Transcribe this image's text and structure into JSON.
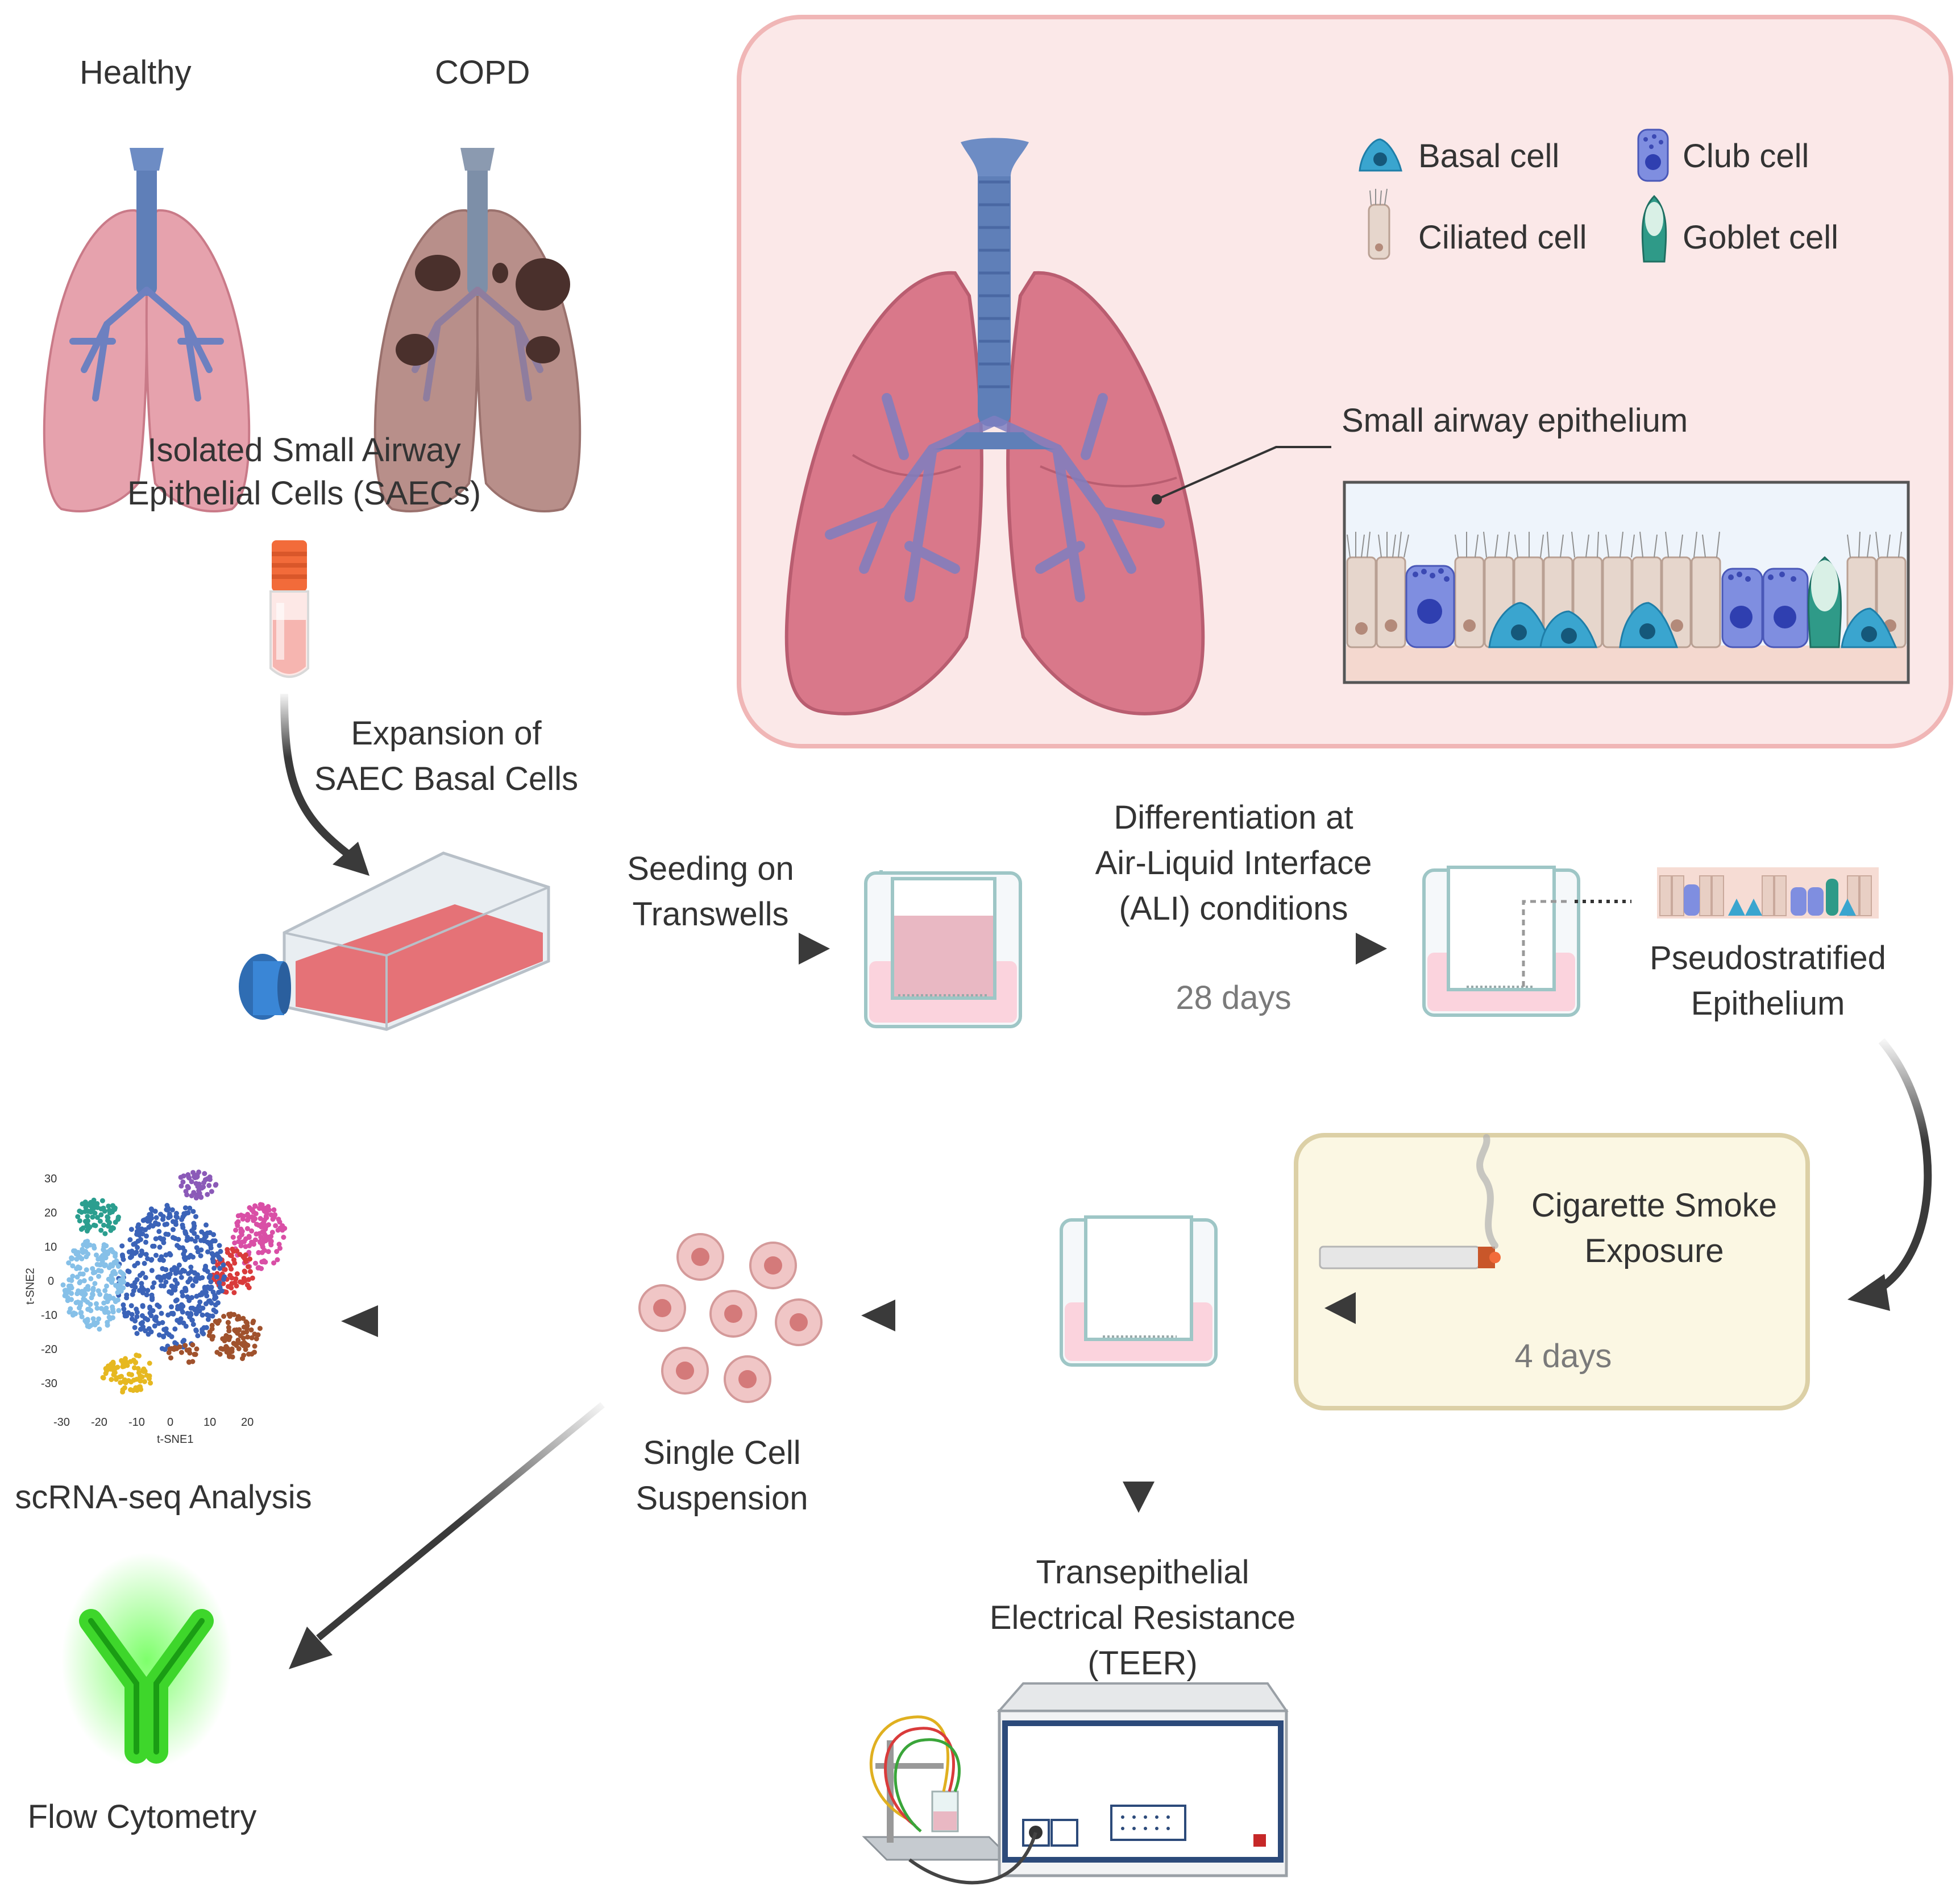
{
  "labels": {
    "healthy": "Healthy",
    "copd": "COPD",
    "isolated_line1": "Isolated Small Airway",
    "isolated_line2": "Epithelial Cells (SAECs)",
    "expansion_line1": "Expansion of",
    "expansion_line2": "SAEC Basal Cells",
    "seeding_line1": "Seeding on",
    "seeding_line2": "Transwells",
    "diff_line1": "Differentiation at",
    "diff_line2": "Air-Liquid Interface",
    "diff_line3": "(ALI)  conditions",
    "diff_days": "28 days",
    "pseudo_line1": "Pseudostratified",
    "pseudo_line2": "Epithelium",
    "smoke_line1": "Cigarette Smoke",
    "smoke_line2": "Exposure",
    "smoke_days": "4 days",
    "single_line1": "Single Cell",
    "single_line2": "Suspension",
    "scrna": "scRNA-seq Analysis",
    "flow": "Flow Cytometry",
    "teer_line1": "Transepithelial",
    "teer_line2": "Electrical Resistance",
    "teer_line3": "(TEER)",
    "small_airway": "Small airway epithelium"
  },
  "legend": [
    {
      "label": "Basal cell",
      "icon": "basal-cell-icon",
      "color": "#3aa5cf"
    },
    {
      "label": "Club cell",
      "icon": "club-cell-icon",
      "color": "#7f8ee0"
    },
    {
      "label": "Ciliated cell",
      "icon": "ciliated-cell-icon",
      "color": "#e6d6cc"
    },
    {
      "label": "Goblet cell",
      "icon": "goblet-cell-icon",
      "color": "#2f9a88"
    }
  ],
  "tsne": {
    "xlabel": "t-SNE1",
    "ylabel": "t-SNE2",
    "xticks": [
      "-30",
      "-20",
      "-10",
      "0",
      "10",
      "20"
    ],
    "yticks": [
      "30",
      "20",
      "10",
      "0",
      "-10",
      "-20",
      "-30"
    ],
    "cluster_colors": [
      "#2b9e8f",
      "#8b5ab8",
      "#d94fa6",
      "#d93b3b",
      "#3b63b8",
      "#86c0e8",
      "#a0522d",
      "#e6b820"
    ]
  },
  "colors": {
    "lung_pink": "#d9788a",
    "airway_blue": "#5f7fb8",
    "panel_pink_bg": "#fbe8e8",
    "panel_pink_border": "#f0b6b6",
    "panel_yellow_bg": "#fbf7e3",
    "panel_yellow_border": "#dcd0a6",
    "arrow": "#3a3a3a"
  }
}
